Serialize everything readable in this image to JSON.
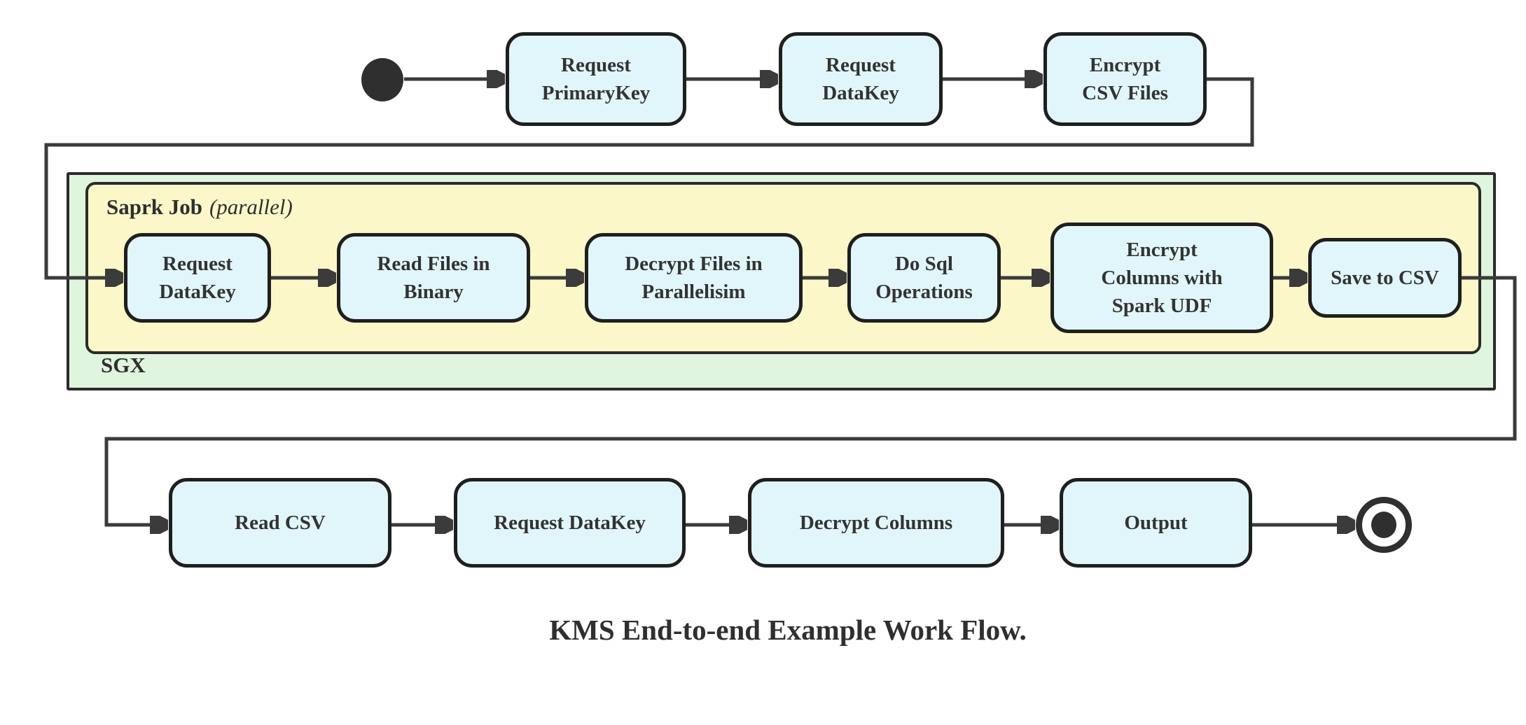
{
  "diagram": {
    "caption": "KMS End-to-end Example Work Flow.",
    "containers": {
      "sgx": {
        "label": "SGX"
      },
      "spark_job": {
        "label": "Saprk Job",
        "qualifier": "(parallel)"
      }
    },
    "top_row": {
      "request_primarykey": "Request\nPrimaryKey",
      "request_datakey": "Request\nDataKey",
      "encrypt_csv_files": "Encrypt\nCSV Files"
    },
    "spark_row": {
      "request_datakey": "Request\nDataKey",
      "read_files_in_binary": "Read Files in\nBinary",
      "decrypt_files_in_parallelisim": "Decrypt Files in\nParallelisim",
      "do_sql_operations": "Do Sql\nOperations",
      "encrypt_columns_with_spark_udf": "Encrypt\nColumns with\nSpark UDF",
      "save_to_csv": "Save to CSV"
    },
    "bottom_row": {
      "read_csv": "Read CSV",
      "request_datakey": "Request DataKey",
      "decrypt_columns": "Decrypt Columns",
      "output": "Output"
    },
    "colors": {
      "node_fill": "#e1f6fa",
      "node_border": "#1f1f1f",
      "container_sgx_fill": "#dff5de",
      "container_spark_fill": "#fbf7c8",
      "container_border": "#2b2b2b",
      "connector": "#3b3b3b",
      "text": "#333333"
    }
  }
}
